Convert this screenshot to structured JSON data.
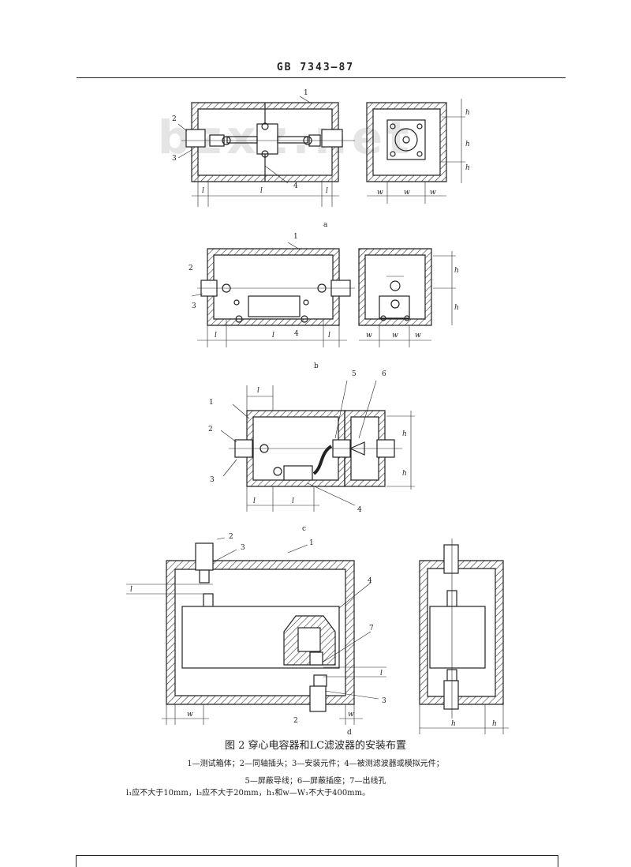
{
  "header": "GB 7343—87",
  "watermark": "bzxz.net",
  "subfigs": [
    "a",
    "b",
    "c",
    "d"
  ],
  "numbers": [
    "1",
    "2",
    "3",
    "4",
    "5",
    "6",
    "7"
  ],
  "dims": {
    "l1": "l",
    "l1_sub": "1",
    "l": "l",
    "l2": "l",
    "l2_sub": "2",
    "h": "h",
    "h1": "h",
    "h1_sub": "1",
    "w": "w",
    "w1": "w",
    "w1_sub": "1"
  },
  "caption": "图 2  穿心电容器和LC滤波器的安装布置",
  "legend_line1": "1—测试箱体；2—同轴插头；3—安装元件；4—被测滤波器或模拟元件；",
  "legend_line2": "5—屏蔽导线；6—屏蔽插座；7—出线孔",
  "note": "l₁应不大于10mm，l₂应不大于20mm，h₁和w—W₁不大于400mm。"
}
